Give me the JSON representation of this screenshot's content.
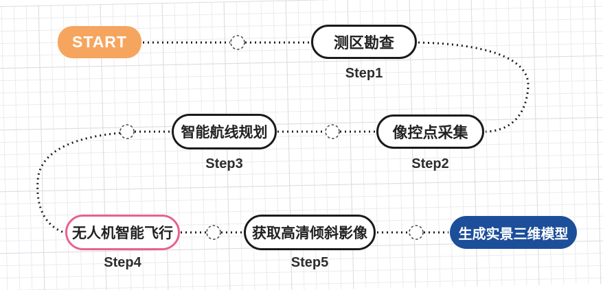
{
  "diagram": {
    "title_hint": "drone-photogrammetry-workflow",
    "nodes": {
      "start": {
        "label": "START"
      },
      "step1": {
        "label": "测区勘查",
        "caption": "Step1"
      },
      "step2": {
        "label": "像控点采集",
        "caption": "Step2"
      },
      "step3": {
        "label": "智能航线规划",
        "caption": "Step3"
      },
      "step4": {
        "label": "无人机智能飞行",
        "caption": "Step4"
      },
      "step5": {
        "label": "获取高清倾斜影像",
        "caption": "Step5"
      },
      "end": {
        "label": "生成实景三维模型"
      }
    },
    "colors": {
      "start_fill": "#F6A55F",
      "end_fill": "#1C4E99",
      "step4_border": "#E8618C",
      "node_border": "#1A1A1A",
      "caption_text": "#2D2D2D",
      "connector": "#1A1A1A",
      "grid_minor": "#EBEBEF",
      "grid_major": "#DCDCE2"
    }
  }
}
